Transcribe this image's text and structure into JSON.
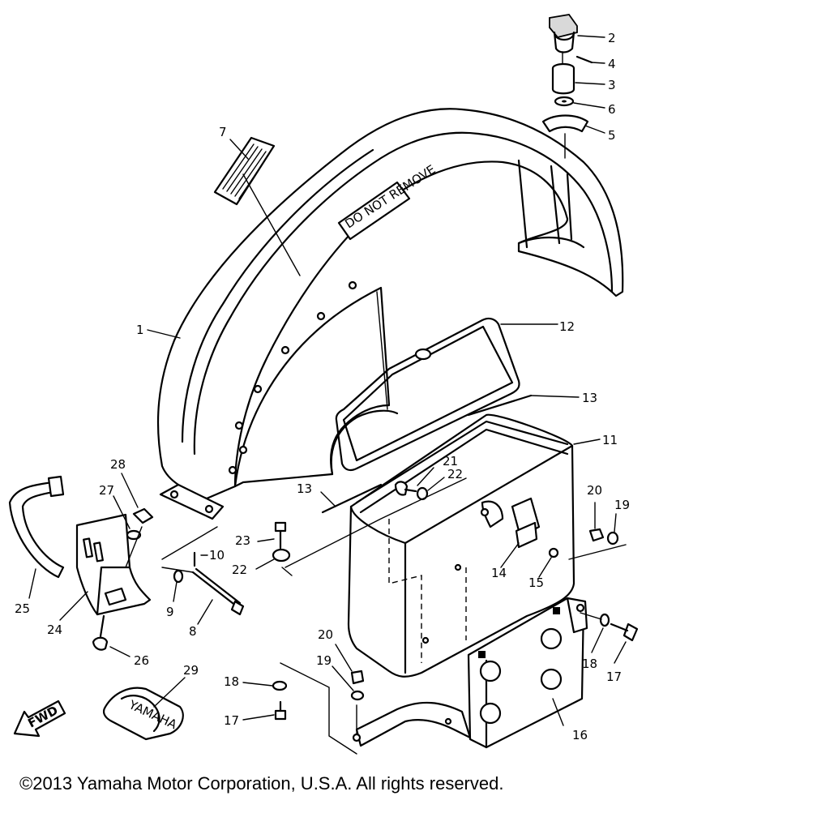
{
  "callouts": {
    "c1": "1",
    "c2": "2",
    "c3": "3",
    "c4": "4",
    "c5": "5",
    "c6": "6",
    "c7": "7",
    "c8": "8",
    "c9": "9",
    "c10": "10",
    "c11": "11",
    "c12": "12",
    "c13a": "13",
    "c13b": "13",
    "c14": "14",
    "c15": "15",
    "c16": "16",
    "c17a": "17",
    "c17b": "17",
    "c18a": "18",
    "c18b": "18",
    "c19a": "19",
    "c19b": "19",
    "c20a": "20",
    "c20b": "20",
    "c21": "21",
    "c22a": "22",
    "c22b": "22",
    "c23": "23",
    "c24": "24",
    "c25": "25",
    "c26": "26",
    "c27": "27",
    "c28": "28",
    "c29": "29"
  },
  "labels": {
    "fwd": "FWD",
    "do_not_remove": "DO NOT REMOVE",
    "yamaha": "YAMAHA",
    "copyright": "©2013 Yamaha Motor Corporation, U.S.A. All rights reserved."
  }
}
